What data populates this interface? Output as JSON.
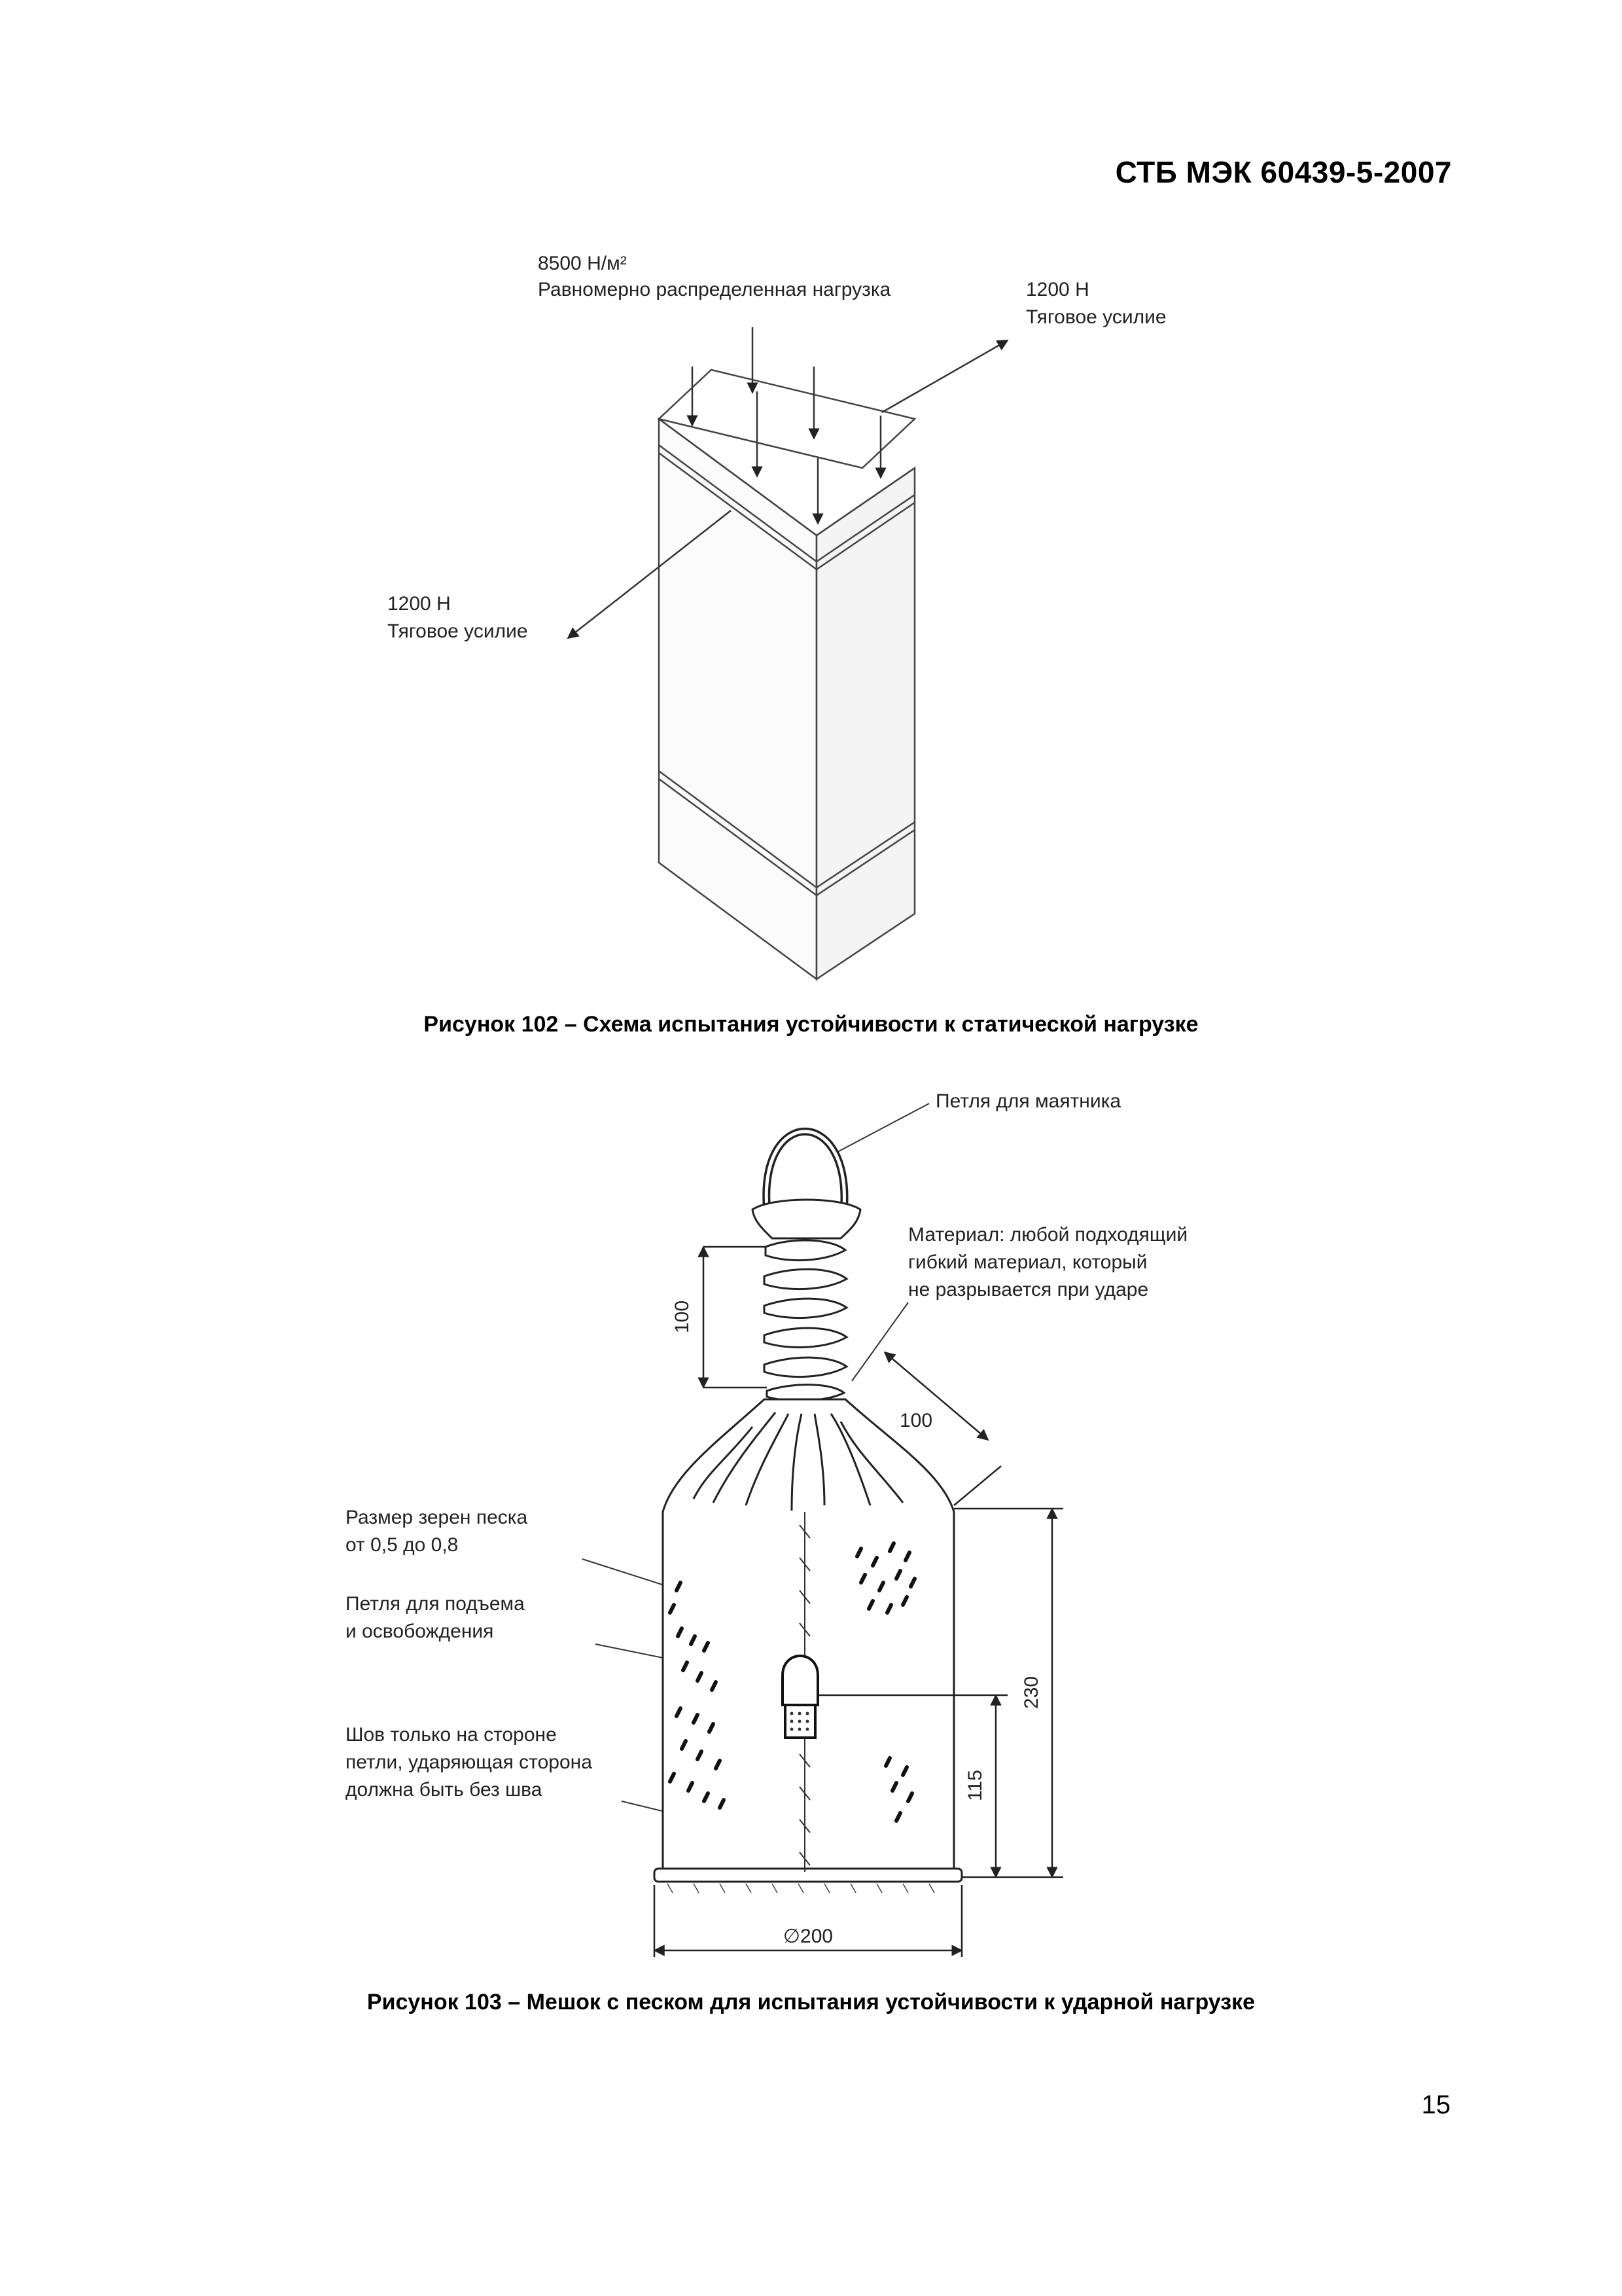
{
  "header": {
    "doc_code": "СТБ МЭК 60439-5-2007"
  },
  "figure_102": {
    "load_value": "8500 Н/м²",
    "load_label": "Равномерно распределенная нагрузка",
    "force_right_value": "1200 Н",
    "force_right_label": "Тяговое усилие",
    "force_left_value": "1200 Н",
    "force_left_label": "Тяговое усилие",
    "caption": "Рисунок 102 – Схема испытания устойчивости к статической нагрузке"
  },
  "figure_103": {
    "pendulum_loop": "Петля для маятника",
    "material_line1": "Материал: любой подходящий",
    "material_line2": "гибкий материал, который",
    "material_line3": "не разрывается при ударе",
    "sand_line1": "Размер зерен песка",
    "sand_line2": "от 0,5 до 0,8",
    "lift_line1": "Петля для подъема",
    "lift_line2": "и освобождения",
    "seam_line1": "Шов только на стороне",
    "seam_line2": "петли, ударяющая сторона",
    "seam_line3": "должна быть без шва",
    "dim_neck": "100",
    "dim_shoulder": "100",
    "dim_height": "230",
    "dim_loop_height": "115",
    "dim_diameter": "∅200",
    "caption": "Рисунок 103 – Мешок с песком для испытания устойчивости к ударной нагрузке"
  },
  "footer": {
    "page_number": "15"
  }
}
